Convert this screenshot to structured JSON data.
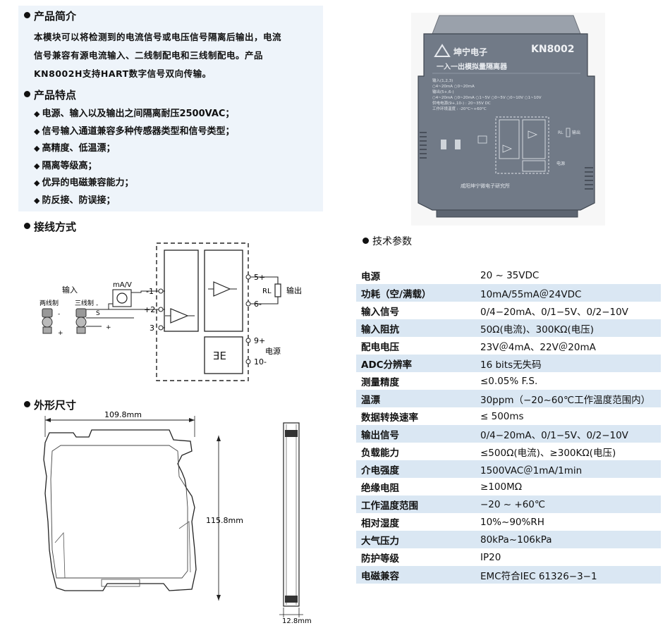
{
  "intro": {
    "title": "产品简介",
    "lines": [
      "本模块可以将检测到的电流信号或电压信号隔离后输出，电流",
      "信号兼容有源电流输入、二线制配电和三线制配电。产品",
      "KN8002H支持HART数字信号双向传输。"
    ]
  },
  "features": {
    "title": "产品特点",
    "items": [
      "电源、输入以及输出之间隔离耐压2500VAC；",
      "信号输入通道兼容多种传感器类型和信号类型；",
      "高精度、低温漂；",
      "隔离等级高；",
      "优异的电磁兼容能力；",
      "防反接、防误接；"
    ]
  },
  "wiring": {
    "title": "接线方式",
    "input_label": "输入",
    "two_wire": "两线制",
    "three_wire": "三线制",
    "ma_v": "mA/V",
    "terminals": [
      "-1",
      "+2",
      "3",
      "5+",
      "6-",
      "9+",
      "10-"
    ],
    "terminals_left_input": [
      "-",
      "S",
      "+"
    ],
    "terminals_two_wire": [
      "-",
      "+"
    ],
    "rl": "RL",
    "output_label": "输出",
    "power_label": "电源"
  },
  "dimensions": {
    "title": "外形尺寸",
    "width": "109.8mm",
    "height": "115.8mm",
    "depth": "12.8mm"
  },
  "product": {
    "brand": "坤宁电子",
    "model": "KN8002",
    "subtitle": "一入一出模拟量隔离器",
    "input_heading": "输入(1,2,3)",
    "input_opts": "○4~20mA  ○0~20mA",
    "output_heading": "输出(5+,6-)",
    "output_opts": "○4~20mA ○0~20mA ○1~5V ○0~5V ○0~10V ○1~10V",
    "power_line": "供电电源(9+,10-) : 20~35V DC",
    "temp_line": "工作环境温度 : -20°C~+60°C",
    "maker": "咸阳坤宁微电子研究所",
    "rl": "RL",
    "out": "输出",
    "pwr": "电源"
  },
  "specs": {
    "title": "技术参数",
    "rows": [
      {
        "k": "电源",
        "v": "20 ~ 35VDC"
      },
      {
        "k": "功耗（空/满载）",
        "v": "10mA/55mA＠24VDC"
      },
      {
        "k": "输入信号",
        "v": "0/4−20mA、0/1−5V、0/2−10V"
      },
      {
        "k": "输入阻抗",
        "v": "50Ω(电流)、300KΩ(电压)"
      },
      {
        "k": "配电电压",
        "v": "23V＠4mA、22V＠20mA"
      },
      {
        "k": "ADC分辨率",
        "v": "16 bits无失码"
      },
      {
        "k": "测量精度",
        "v": "≤0.05% F.S."
      },
      {
        "k": "温漂",
        "v": "30ppm（−20~60℃工作温度范围内）"
      },
      {
        "k": "数据转换速率",
        "v": "≤ 500ms"
      },
      {
        "k": "输出信号",
        "v": "0/4−20mA、0/1−5V、0/2−10V"
      },
      {
        "k": "负载能力",
        "v": "≤500Ω(电流)、≥300KΩ(电压)"
      },
      {
        "k": "介电强度",
        "v": "1500VAC＠1mA/1min"
      },
      {
        "k": "绝缘电阻",
        "v": "≥100MΩ"
      },
      {
        "k": "工作温度范围",
        "v": "−20 ~ +60℃"
      },
      {
        "k": "相对湿度",
        "v": "10%~90%RH"
      },
      {
        "k": "大气压力",
        "v": "80kPa~106kPa"
      },
      {
        "k": "防护等级",
        "v": "IP20"
      },
      {
        "k": "电磁兼容",
        "v": "EMC符合IEC 61326−3−1"
      }
    ]
  }
}
